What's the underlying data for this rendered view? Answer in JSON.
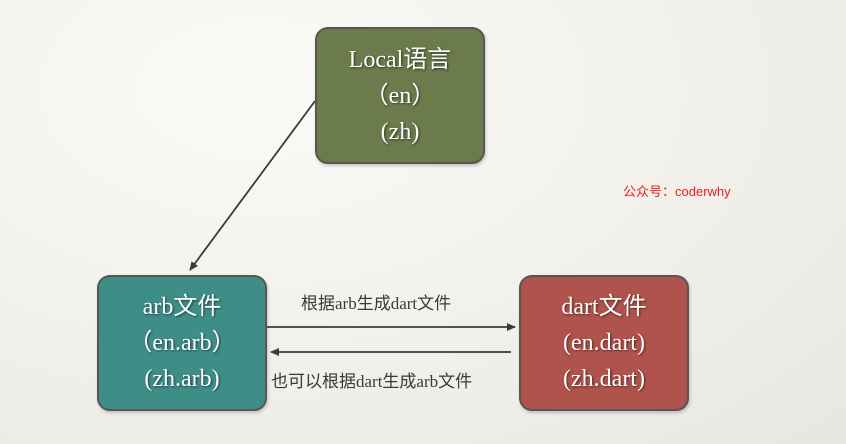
{
  "diagram": {
    "nodes": [
      {
        "id": "local",
        "lines": [
          "Local语言",
          "（en）",
          "(zh)"
        ],
        "color": "#6b7b4c"
      },
      {
        "id": "arb",
        "lines": [
          "arb文件",
          "（en.arb）",
          "(zh.arb)"
        ],
        "color": "#3e8e88"
      },
      {
        "id": "dart",
        "lines": [
          "dart文件",
          "(en.dart)",
          "(zh.dart)"
        ],
        "color": "#b0534c"
      }
    ],
    "edges": [
      {
        "from": "local",
        "to": "arb",
        "label": ""
      },
      {
        "from": "arb",
        "to": "dart",
        "label": "根据arb生成dart文件"
      },
      {
        "from": "dart",
        "to": "arb",
        "label": "也可以根据dart生成arb文件"
      }
    ],
    "watermark": "公众号：coderwhy",
    "colors": {
      "local": "#6b7b4c",
      "arb": "#3e8e88",
      "dart": "#b0534c",
      "border": "#565656",
      "arrow": "#3a3a3a",
      "watermark": "#e8211b"
    }
  }
}
